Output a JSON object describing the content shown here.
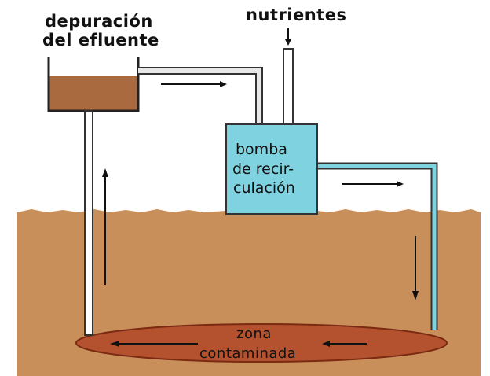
{
  "labels": {
    "treatment_line1": "depuración",
    "treatment_line2": "del efluente",
    "nutrients": "nutrientes",
    "pump_line1": "bomba",
    "pump_line2": "de recir-",
    "pump_line3": "culación",
    "zone_line1": "zona",
    "zone_line2": "contaminada"
  },
  "colors": {
    "soil": "#c98f5a",
    "tank_liquid": "#a96a3f",
    "pump_fill": "#7fd2df",
    "contaminated_zone": "#b4522f",
    "contaminated_zone_edge": "#7a2a12",
    "pipe_outline": "#333333",
    "reinjection_pipe": "#7fd2df"
  }
}
